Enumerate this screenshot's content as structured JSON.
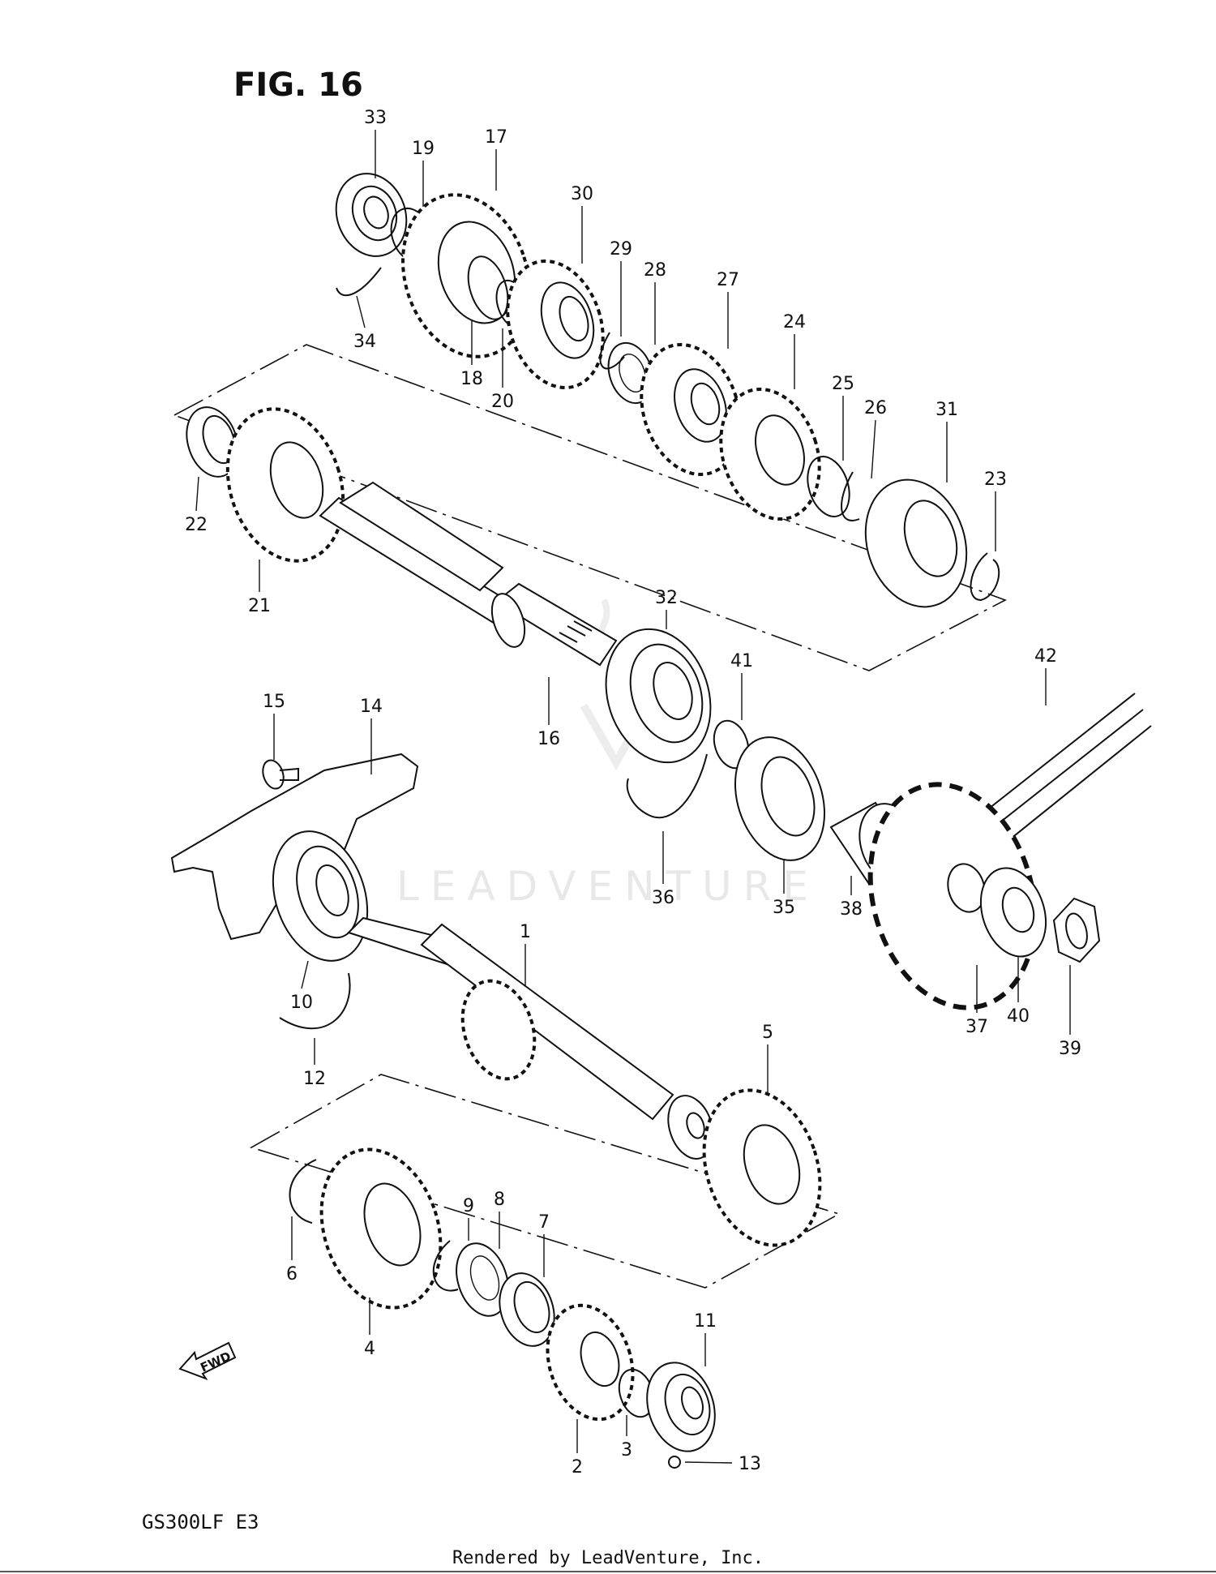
{
  "figure": {
    "title": "FIG. 16",
    "model": "GS300LF  E3"
  },
  "watermark": {
    "text": "LEADVENTURE"
  },
  "footer": {
    "text": "Rendered by LeadVenture, Inc."
  },
  "fwd_label": "FWD",
  "callouts": [
    {
      "n": "33"
    },
    {
      "n": "19"
    },
    {
      "n": "17"
    },
    {
      "n": "30"
    },
    {
      "n": "29"
    },
    {
      "n": "28"
    },
    {
      "n": "27"
    },
    {
      "n": "24"
    },
    {
      "n": "34"
    },
    {
      "n": "18"
    },
    {
      "n": "20"
    },
    {
      "n": "25"
    },
    {
      "n": "26"
    },
    {
      "n": "31"
    },
    {
      "n": "23"
    },
    {
      "n": "22"
    },
    {
      "n": "21"
    },
    {
      "n": "32"
    },
    {
      "n": "41"
    },
    {
      "n": "16"
    },
    {
      "n": "42"
    },
    {
      "n": "15"
    },
    {
      "n": "14"
    },
    {
      "n": "36"
    },
    {
      "n": "35"
    },
    {
      "n": "38"
    },
    {
      "n": "1"
    },
    {
      "n": "10"
    },
    {
      "n": "12"
    },
    {
      "n": "37"
    },
    {
      "n": "40"
    },
    {
      "n": "39"
    },
    {
      "n": "5"
    },
    {
      "n": "9"
    },
    {
      "n": "8"
    },
    {
      "n": "7"
    },
    {
      "n": "6"
    },
    {
      "n": "4"
    },
    {
      "n": "11"
    },
    {
      "n": "3"
    },
    {
      "n": "2"
    },
    {
      "n": "13"
    }
  ]
}
